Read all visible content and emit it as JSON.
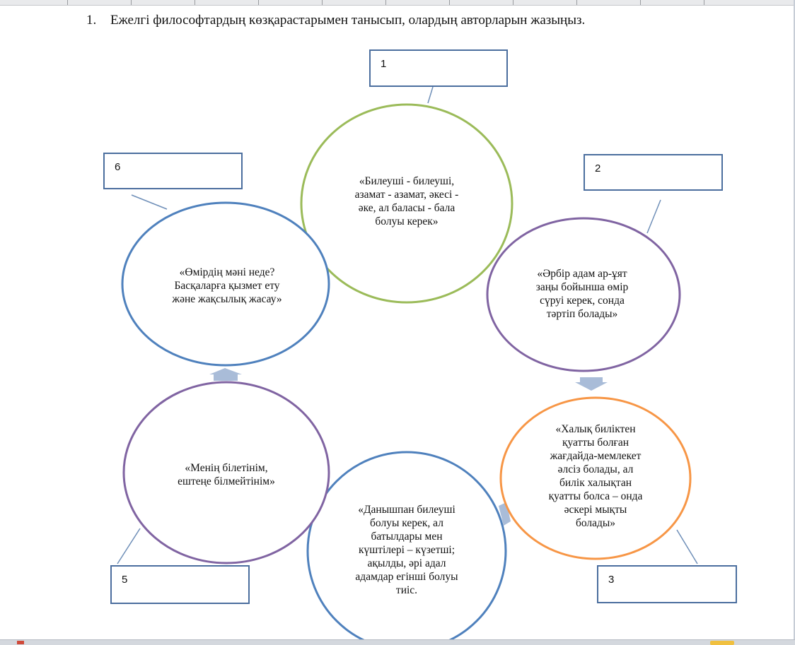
{
  "task": {
    "number": "1.",
    "text": "Ежелгі философтардың көзқарастарымен танысып, олардың авторларын жазыңыз."
  },
  "quotes": [
    {
      "id": "ruler",
      "color": "#9bbb59",
      "text": "«Билеуші - билеуші,\nазамат - азамат, әкесі -\nәке, ал баласы - бала\nболуы керек»"
    },
    {
      "id": "conscience",
      "color": "#8064a2",
      "text": "«Әрбір адам ар-ұят\nзаңы бойынша өмір\nсүруі керек, сонда\nтәртіп болады»"
    },
    {
      "id": "power",
      "color": "#f79646",
      "text": "«Халық биліктен\nқуатты болған\nжағдайда-мемлекет\nәлсіз болады, ал\nбилік халықтан\nқуатты болса – онда\nәскері мықты\nболады»"
    },
    {
      "id": "wise",
      "color": "#4f81bd",
      "text": "«Данышпан билеуші\nболуы керек, ал\nбатылдары мен\nкүштілері – күзетші;\nақылды, әрі адал\nадамдар егінші болуы\nтиіс."
    },
    {
      "id": "know",
      "color": "#8064a2",
      "text": "«Менің білетінім,\nештеңе білмейтінім»"
    },
    {
      "id": "meaning",
      "color": "#4f81bd",
      "text": "«Өмірдің мәні неде?\nБасқаларға қызмет ету\nжәне жақсылық жасау»"
    }
  ],
  "answer_boxes": [
    {
      "label": "1"
    },
    {
      "label": "2"
    },
    {
      "label": "3"
    },
    {
      "label": "5"
    },
    {
      "label": "6"
    }
  ],
  "colors": {
    "box_border": "#4b6e9e",
    "connector": "#6f8fb8",
    "arrow": "#a9bcd8"
  }
}
